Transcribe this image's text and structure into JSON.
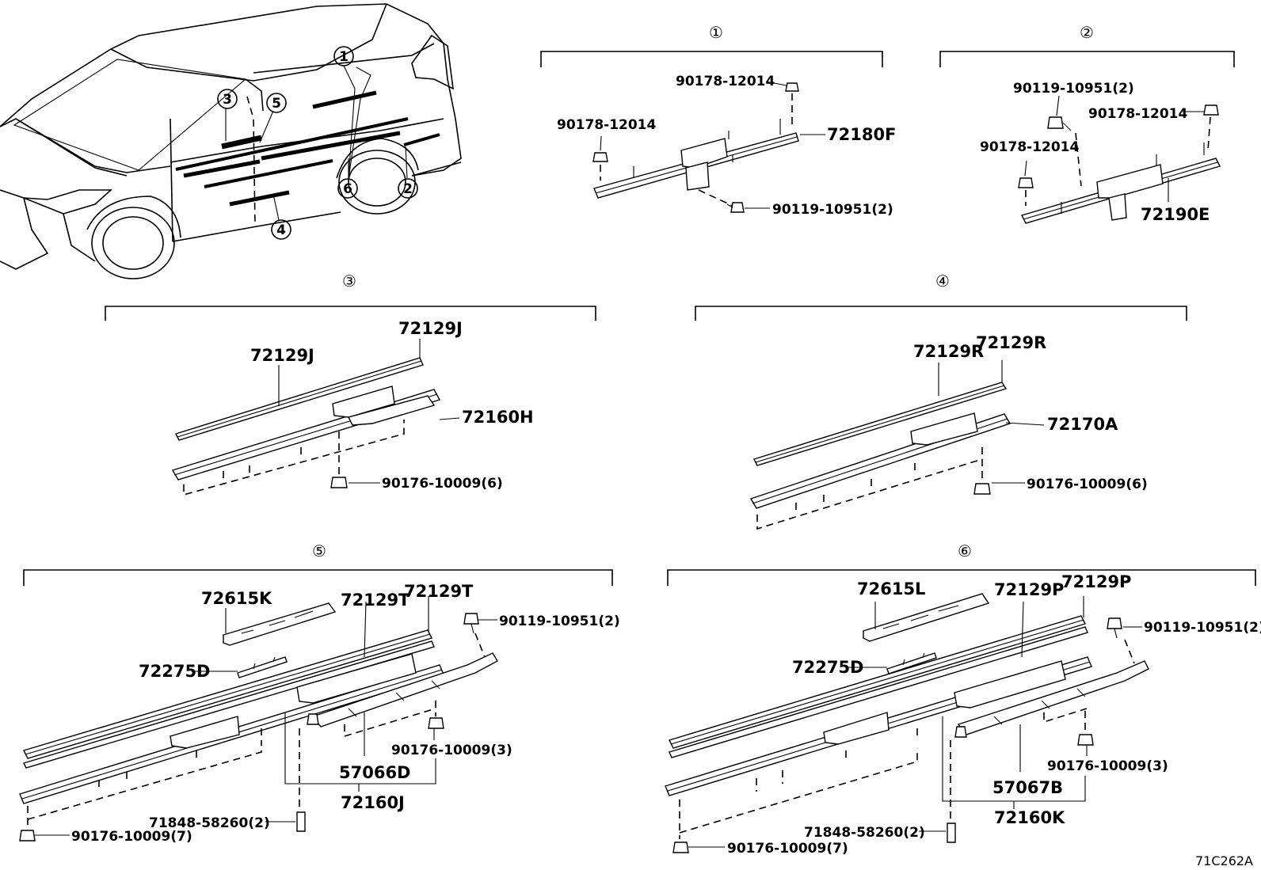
{
  "diagram_code": "71C262A",
  "overview": {
    "callouts": [
      "①",
      "②",
      "③",
      "④",
      "⑤",
      "⑥"
    ]
  },
  "sections": {
    "s1": {
      "number": "①",
      "labels": [
        "90178-12014",
        "90178-12014",
        "72180F",
        "90119-10951(2)"
      ]
    },
    "s2": {
      "number": "②",
      "labels": [
        "90119-10951(2)",
        "90178-12014",
        "90178-12014",
        "72190E"
      ]
    },
    "s3": {
      "number": "③",
      "labels": [
        "72129J",
        "72129J",
        "72160H",
        "90176-10009(6)"
      ]
    },
    "s4": {
      "number": "④",
      "labels": [
        "72129R",
        "72129R",
        "72170A",
        "90176-10009(6)"
      ]
    },
    "s5": {
      "number": "⑤",
      "labels": [
        "72615K",
        "72129T",
        "72129T",
        "90119-10951(2)",
        "72275D",
        "90176-10009(3)",
        "57066D",
        "72160J",
        "71848-58260(2)",
        "90176-10009(7)"
      ]
    },
    "s6": {
      "number": "⑥",
      "labels": [
        "72615L",
        "72129P",
        "72129P",
        "90119-10951(2)",
        "72275D",
        "90176-10009(3)",
        "57067B",
        "72160K",
        "71848-58260(2)",
        "90176-10009(7)"
      ]
    }
  }
}
